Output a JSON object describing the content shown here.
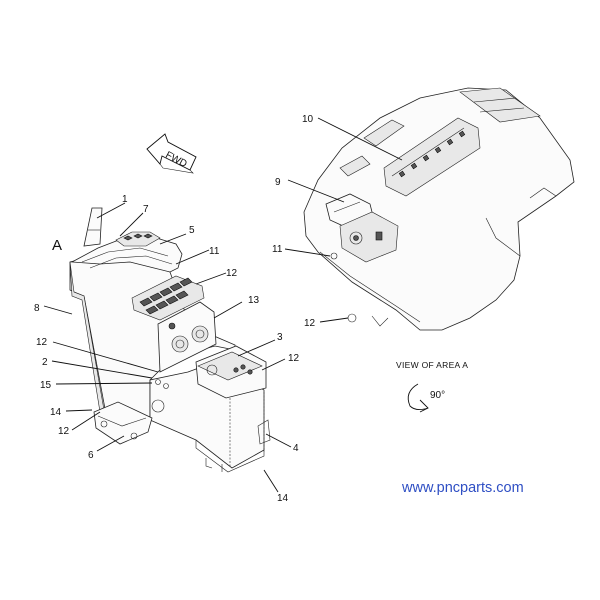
{
  "diagram": {
    "callouts": [
      "1",
      "7",
      "5",
      "11",
      "12",
      "13",
      "3",
      "12",
      "4",
      "14",
      "6",
      "12",
      "14",
      "15",
      "2",
      "12",
      "8",
      "10",
      "9",
      "11",
      "12"
    ],
    "view_letter": "A",
    "fwd_label": "FWD",
    "view_title": "VIEW OF AREA  A",
    "rotation_label": "90°",
    "website": "www.pncparts.com"
  }
}
